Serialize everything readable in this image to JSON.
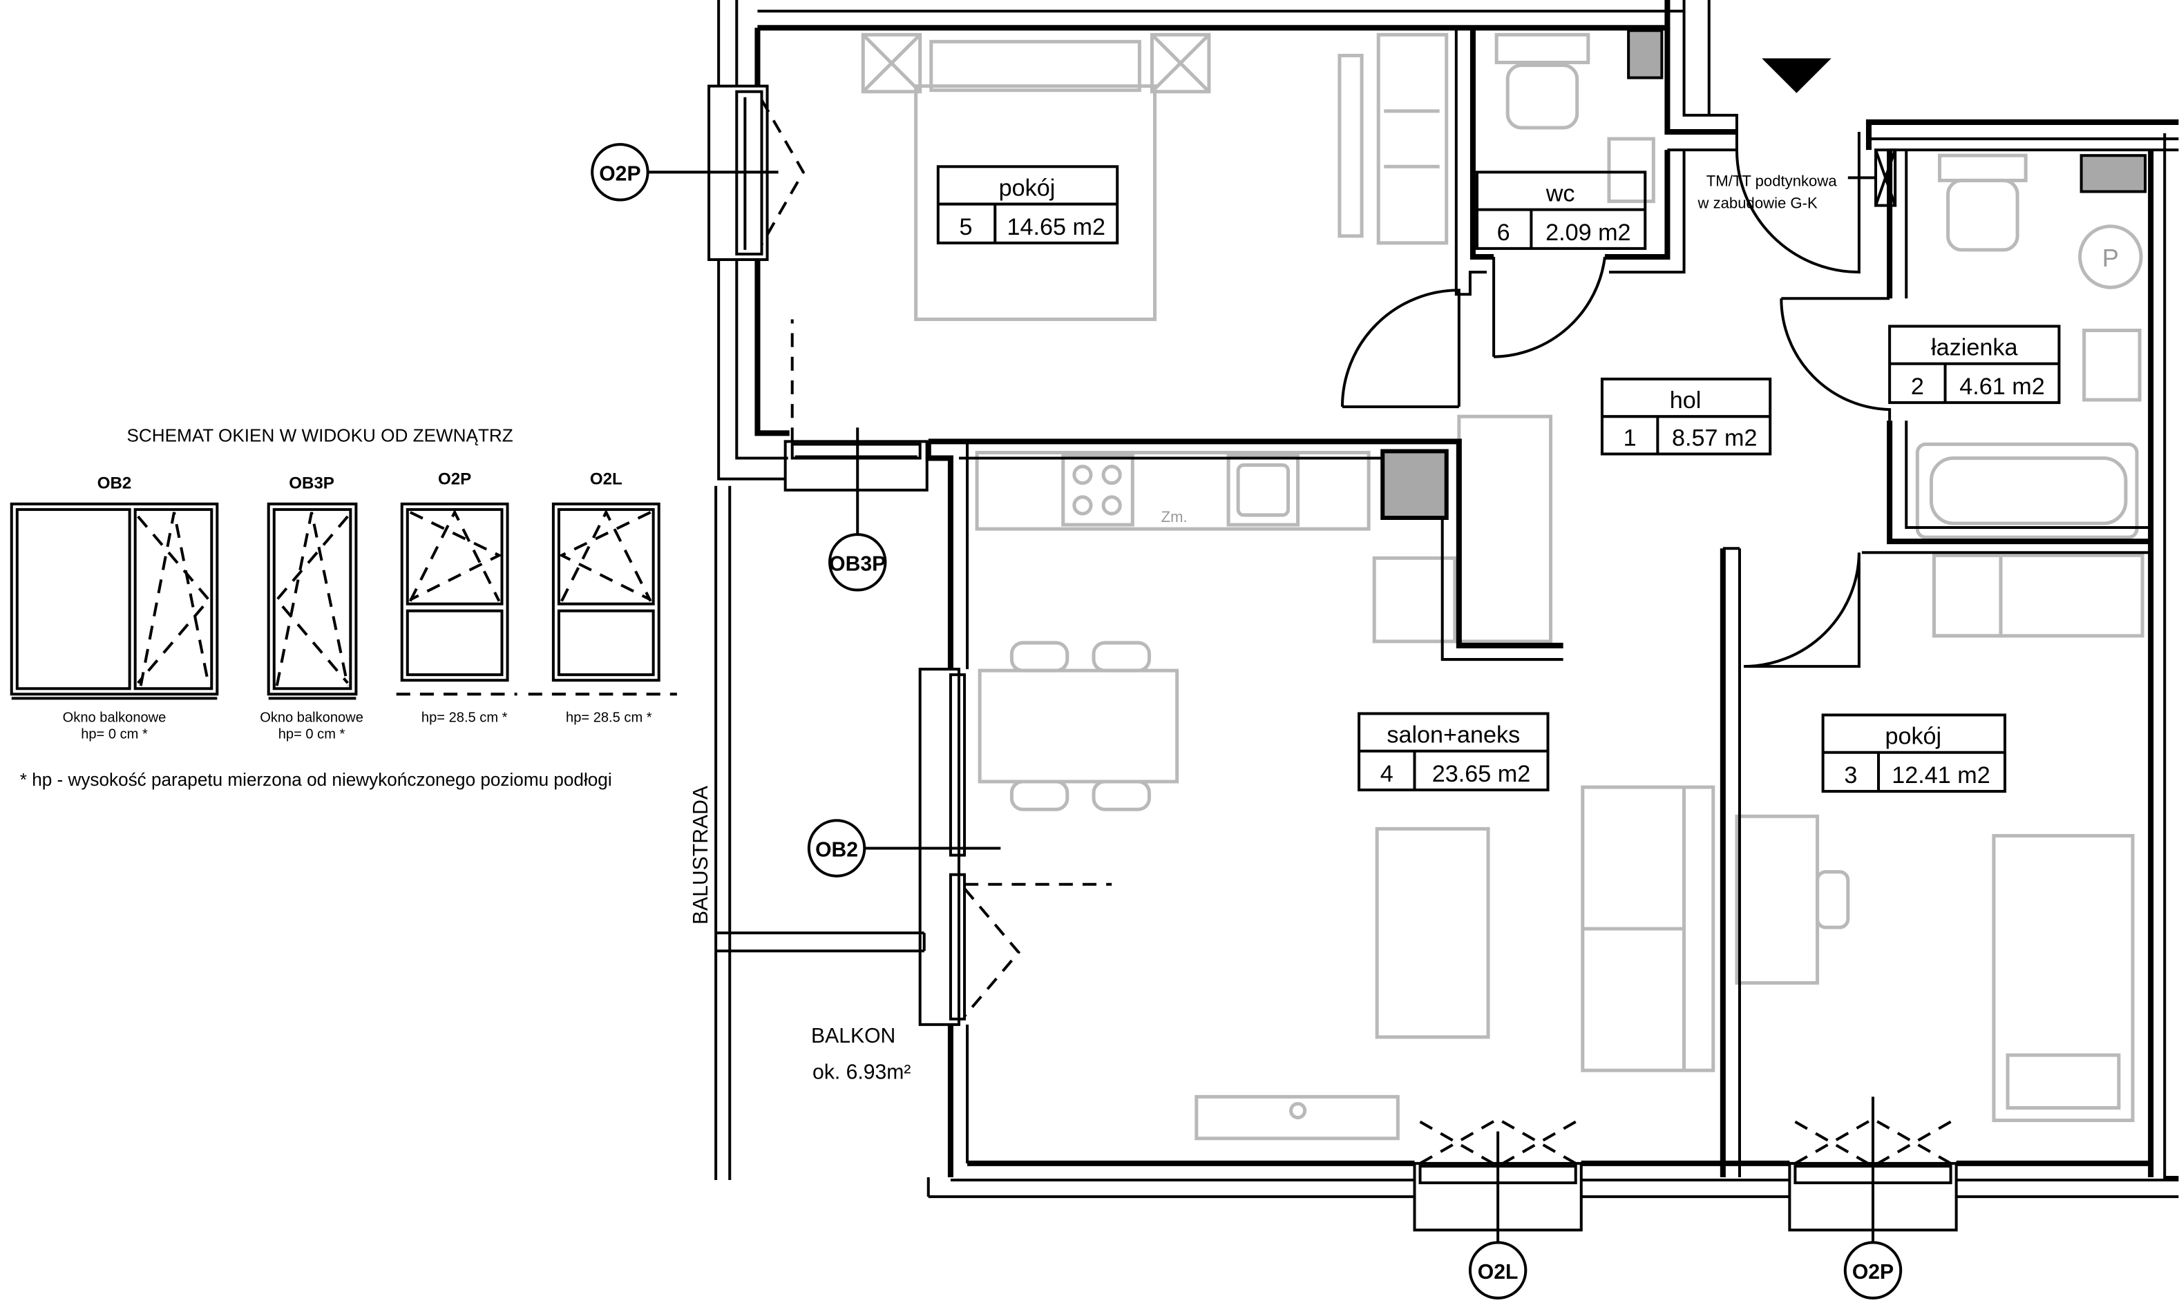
{
  "rooms": [
    {
      "id": "pokoj-5",
      "name": "pokój",
      "number": "5",
      "area": "14.65 m2"
    },
    {
      "id": "wc-6",
      "name": "wc",
      "number": "6",
      "area": "2.09 m2"
    },
    {
      "id": "hol-1",
      "name": "hol",
      "number": "1",
      "area": "8.57 m2"
    },
    {
      "id": "lazienka-2",
      "name": "łazienka",
      "number": "2",
      "area": "4.61 m2"
    },
    {
      "id": "salon-4",
      "name": "salon+aneks",
      "number": "4",
      "area": "23.65 m2"
    },
    {
      "id": "pokoj-3",
      "name": "pokój",
      "number": "3",
      "area": "12.41 m2"
    }
  ],
  "balcony": {
    "name": "BALKON",
    "area": "ok. 6.93m²"
  },
  "balustrade": "BALUSTRADA",
  "window_tags": {
    "o2p_left": "O2P",
    "ob3p": "OB3P",
    "ob2": "OB2",
    "o2l": "O2L",
    "o2p_bottom": "O2P"
  },
  "notes": {
    "tm_line1": "TM/TT podtynkowa",
    "tm_line2": "w zabudowie G-K",
    "zm": "Zm.",
    "p_symbol": "P"
  },
  "schema": {
    "title": "SCHEMAT OKIEN W WIDOKU OD ZEWNĄTRZ",
    "windows": [
      {
        "code": "OB2",
        "line1": "Okno balkonowe",
        "line2": "hp= 0 cm *"
      },
      {
        "code": "OB3P",
        "line1": "Okno balkonowe",
        "line2": "hp= 0 cm *"
      },
      {
        "code": "O2P",
        "line1": "",
        "line2": "hp= 28.5 cm *"
      },
      {
        "code": "O2L",
        "line1": "",
        "line2": "hp= 28.5 cm *"
      }
    ],
    "footnote": "* hp - wysokość parapetu mierzona od niewykończonego poziomu podłogi"
  }
}
